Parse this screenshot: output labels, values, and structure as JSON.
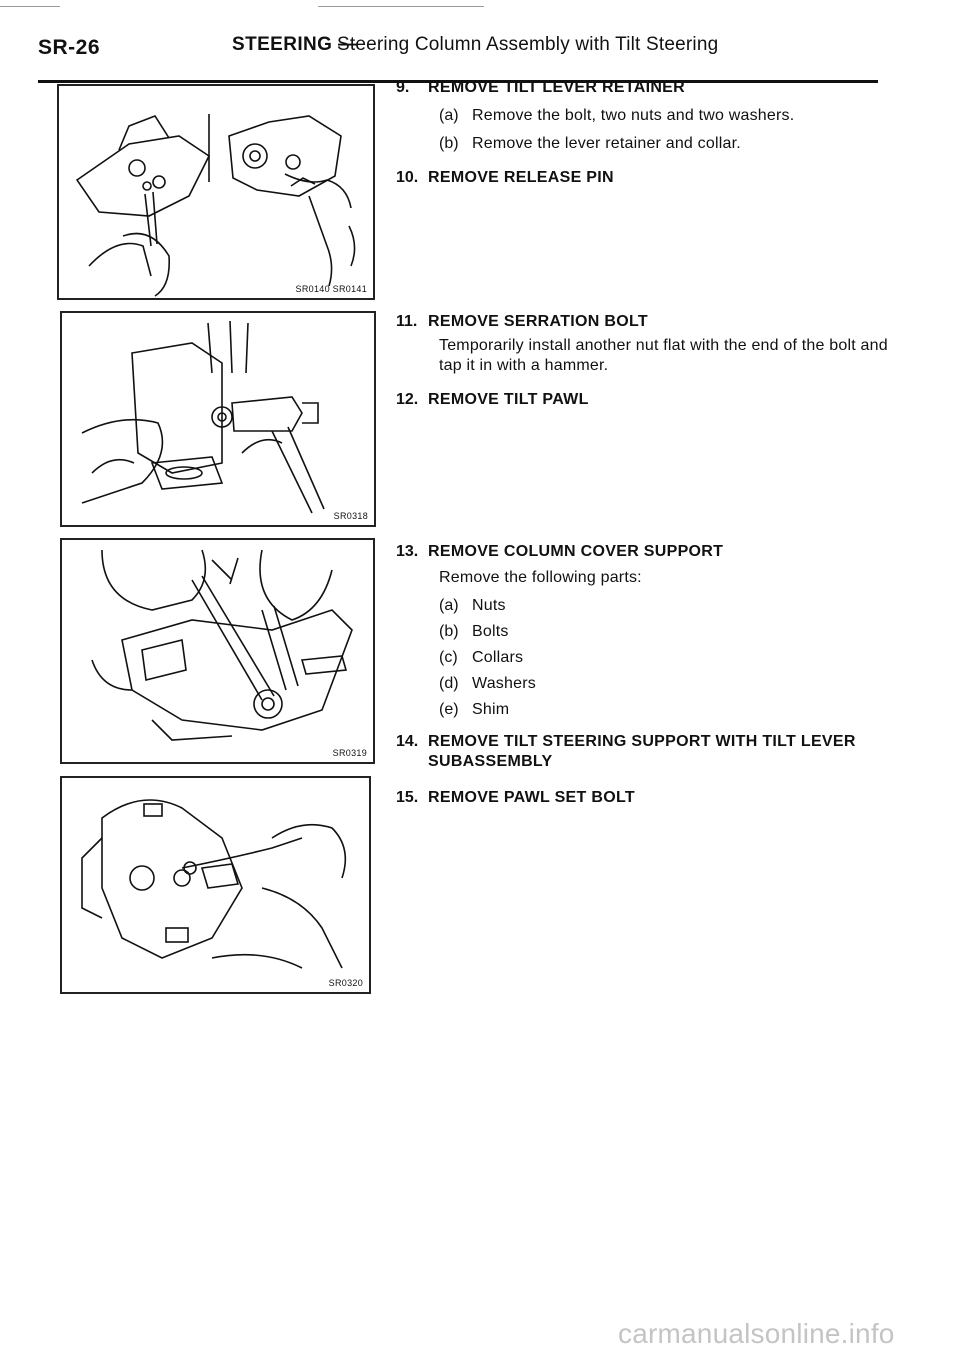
{
  "header": {
    "page_number": "SR-26",
    "section": "STEERING",
    "separator": "—",
    "subtitle": "Steering Column Assembly with Tilt Steering"
  },
  "figures": [
    {
      "label": "SR0140 SR0141"
    },
    {
      "label": "SR0318"
    },
    {
      "label": "SR0319"
    },
    {
      "label": "SR0320"
    }
  ],
  "steps": [
    {
      "num": "9.",
      "title": "REMOVE TILT LEVER RETAINER",
      "items": [
        {
          "key": "(a)",
          "text": "Remove the bolt, two nuts and two washers."
        },
        {
          "key": "(b)",
          "text": "Remove the lever retainer and collar."
        }
      ]
    },
    {
      "num": "10.",
      "title": "REMOVE RELEASE PIN"
    },
    {
      "num": "11.",
      "title": "REMOVE SERRATION BOLT",
      "body": "Temporarily install another nut flat with the end of the bolt and tap it in with a hammer."
    },
    {
      "num": "12.",
      "title": "REMOVE TILT PAWL"
    },
    {
      "num": "13.",
      "title": "REMOVE COLUMN COVER SUPPORT",
      "body": "Remove the following parts:",
      "items": [
        {
          "key": "(a)",
          "text": "Nuts"
        },
        {
          "key": "(b)",
          "text": "Bolts"
        },
        {
          "key": "(c)",
          "text": "Collars"
        },
        {
          "key": "(d)",
          "text": "Washers"
        },
        {
          "key": "(e)",
          "text": "Shim"
        }
      ]
    },
    {
      "num": "14.",
      "title": "REMOVE TILT STEERING SUPPORT WITH TILT LEVER SUBASSEMBLY"
    },
    {
      "num": "15.",
      "title": "REMOVE PAWL SET BOLT"
    }
  ],
  "watermark": "carmanualsonline.info"
}
